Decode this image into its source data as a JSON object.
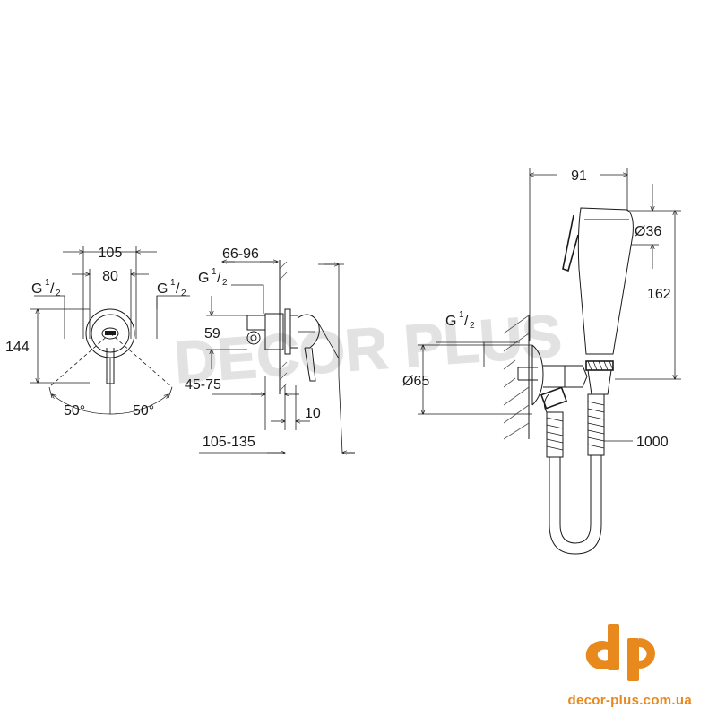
{
  "left_view": {
    "dim_width_outer": "105",
    "dim_width_inner": "80",
    "thread_left": "G",
    "thread_right": "G",
    "thread_fraction_num": "1",
    "thread_fraction_den": "2",
    "dim_height": "144",
    "angle_left": "50°",
    "angle_right": "50°"
  },
  "side_view": {
    "dim_depth_range": "66-96",
    "thread": "G",
    "thread_fraction_num": "1",
    "thread_fraction_den": "2",
    "dim_height": "59",
    "dim_projection": "45-75",
    "dim_plate": "10",
    "dim_total_depth": "105-135"
  },
  "right_view": {
    "dim_head_offset": "91",
    "dim_head_diameter": "Ø36",
    "dim_head_length": "162",
    "thread": "G",
    "thread_fraction_num": "1",
    "thread_fraction_den": "2",
    "dim_rosette": "Ø65",
    "dim_hose": "1000"
  },
  "brand": {
    "logo_text": "dp",
    "watermark": "DECOR PLUS",
    "url": "decor-plus.com.ua",
    "color": "#e8891d"
  }
}
